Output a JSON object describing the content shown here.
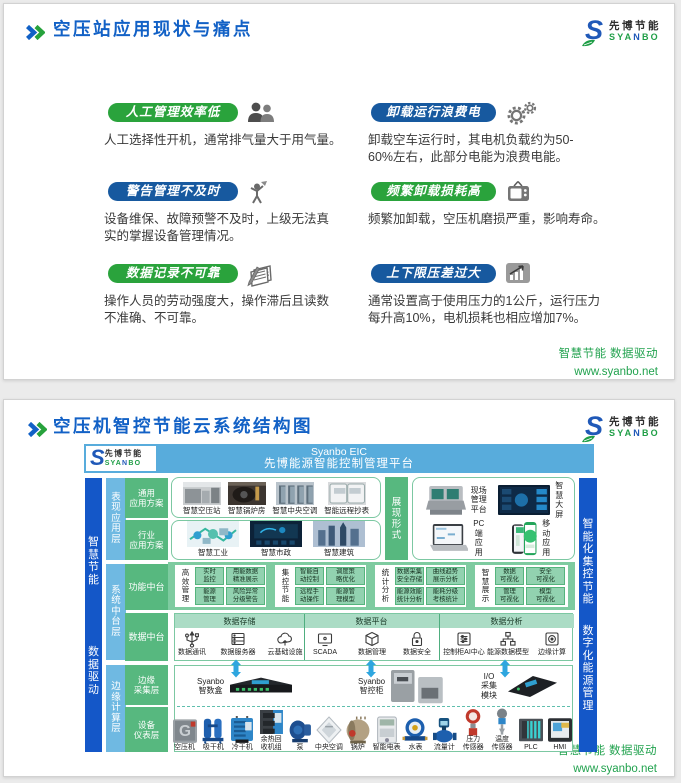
{
  "colors": {
    "brand_blue": "#1261c6",
    "brand_green": "#27a23c",
    "pill_green": "#2aa33c",
    "pill_blue": "#17599f",
    "footer_green": "#21a24e",
    "diagram_header": "#58acdc",
    "diagram_dark_bar": "#1457c8",
    "diagram_light_bar": "#6fb9e2",
    "diagram_label_green": "#57b87f",
    "diagram_strip": "#7ecba0",
    "diagram_box": "#92d2b0",
    "diagram_band": "#abdcc5",
    "diagram_border": "#7cc8a2",
    "diagram_arrow": "#2ea6df"
  },
  "logo": {
    "cn": "先博节能",
    "en": "SYANBO"
  },
  "footer": {
    "slogan": "智慧节能 数据驱动",
    "url": "www.syanbo.net"
  },
  "slide1": {
    "title": "空压站应用现状与痛点",
    "blocks": [
      {
        "pill": "人工管理效率低",
        "color": "green",
        "icon": "people-icon",
        "desc": [
          "人工选择性开机，通常排气量大于用气量。"
        ]
      },
      {
        "pill": "卸载运行浪费电",
        "color": "blue",
        "icon": "gears-icon",
        "desc": [
          "卸载空车运行时，其电机负载约为50-",
          "60%左右，此部分电能为浪费电能。"
        ]
      },
      {
        "pill": "警告管理不及时",
        "color": "blue",
        "icon": "cheer-person-icon",
        "desc": [
          "设备维保、故障预警不及时，上级无法真",
          "实的掌握设备管理情况。"
        ]
      },
      {
        "pill": "频繁卸载损耗高",
        "color": "green",
        "icon": "tv-icon",
        "desc": [
          "频繁加卸载，空压机磨损严重，影响寿命。"
        ]
      },
      {
        "pill": "数据记录不可靠",
        "color": "green",
        "icon": "ledger-icon",
        "desc": [
          "操作人员的劳动强度大，操作滞后且读数",
          "不准确、不可靠。"
        ]
      },
      {
        "pill": "上下限压差过大",
        "color": "blue",
        "icon": "bar-chart-icon",
        "desc": [
          "通常设置高于使用压力的1公斤，运行压力",
          "每升高10%，电机损耗也相应增加7%。"
        ]
      }
    ]
  },
  "slide2": {
    "title": "空压机智控节能云系统结构图",
    "diagram": {
      "header": {
        "title_en": "Syanbo EIC",
        "title_cn": "先博能源智能控制管理平台"
      },
      "left_bar": [
        "智慧节能",
        "数据驱动"
      ],
      "right_bar": [
        "智能化集控节能",
        "数字化能源管理"
      ],
      "layers": [
        "表现应用层",
        "系统中台层",
        "边缘计算层"
      ],
      "row_labels": [
        [
          "通用",
          "应用方案"
        ],
        [
          "行业",
          "应用方案"
        ],
        [
          "功能中台"
        ],
        [
          "数据中台"
        ],
        [
          "边缘",
          "采集层"
        ],
        [
          "设备",
          "仪表层"
        ]
      ],
      "display_form_label": "展现形式",
      "general_schemes": [
        {
          "label": "智慧空压站",
          "art": "compressor-station"
        },
        {
          "label": "智慧锅炉房",
          "art": "boiler-room"
        },
        {
          "label": "智慧中央空调",
          "art": "central-ac"
        },
        {
          "label": "智能远程抄表",
          "art": "remote-meters"
        }
      ],
      "industry_schemes": [
        {
          "label": "智慧工业",
          "art": "industry"
        },
        {
          "label": "智慧市政",
          "art": "municipal"
        },
        {
          "label": "智慧建筑",
          "art": "building"
        }
      ],
      "display_forms": [
        {
          "label": [
            "现场",
            "管理",
            "平台"
          ],
          "art": "console"
        },
        {
          "label": [
            "智",
            "慧",
            "大",
            "屏"
          ],
          "art": "big-screen"
        },
        {
          "label": [
            "PC",
            "端",
            "应",
            "用"
          ],
          "art": "laptop"
        },
        {
          "label": [
            "移",
            "动",
            "应",
            "用"
          ],
          "art": "phones"
        }
      ],
      "function_panels": [
        {
          "label": "高效管理",
          "boxes": [
            [
              "实时",
              "监控"
            ],
            [
              "用能数据",
              "精准展示"
            ],
            [
              "能源",
              "管理"
            ],
            [
              "风险异常",
              "分级警告"
            ]
          ]
        },
        {
          "label": "集控节能",
          "boxes": [
            [
              "智能自",
              "动控制"
            ],
            [
              "调度策",
              "略优化"
            ],
            [
              "远程手",
              "动操作"
            ],
            [
              "能源管",
              "理模型"
            ]
          ]
        },
        {
          "label": "统计分析",
          "boxes": [
            [
              "数据采集",
              "安全存储"
            ],
            [
              "曲线趋势",
              "展示分析"
            ],
            [
              "能源效能",
              "统计分析"
            ],
            [
              "能耗分级",
              "考核统计"
            ]
          ]
        },
        {
          "label": "智慧展示",
          "boxes": [
            [
              "数据",
              "可视化"
            ],
            [
              "安全",
              "可视化"
            ],
            [
              "管理",
              "可视化"
            ],
            [
              "模型",
              "可视化"
            ]
          ]
        }
      ],
      "data_bands": [
        {
          "label": "数据存储",
          "items": [
            {
              "label": "数据通讯",
              "icon": "usb-icon"
            },
            {
              "label": "数据服务器",
              "icon": "server-icon"
            },
            {
              "label": "云基础设施",
              "icon": "cloud-icon"
            }
          ]
        },
        {
          "label": "数据平台",
          "items": [
            {
              "label": "SCADA",
              "icon": "monitor-icon"
            },
            {
              "label": "数据管理",
              "icon": "package-icon"
            },
            {
              "label": "数据安全",
              "icon": "lock-icon"
            }
          ]
        },
        {
          "label": "数据分析",
          "items": [
            {
              "label": "控制柜AI中心",
              "icon": "sliders-icon"
            },
            {
              "label": "能源数据模型",
              "icon": "nodes-icon"
            },
            {
              "label": "边缘计算",
              "icon": "disk-icon"
            }
          ]
        }
      ],
      "edge_items": [
        {
          "label": [
            "Syanbo",
            "智数盒"
          ],
          "art": "gateway"
        },
        {
          "label": [
            "Syanbo",
            "智控柜"
          ],
          "art": "cabinets"
        },
        {
          "label": [
            "I/O",
            "采集",
            "模块"
          ],
          "art": "io-module"
        }
      ],
      "devices": [
        {
          "label": [
            "空压机"
          ],
          "art": "compressor"
        },
        {
          "label": [
            "吸干机"
          ],
          "art": "adsorption-dryer"
        },
        {
          "label": [
            "冷干机"
          ],
          "art": "refrigerated-dryer"
        },
        {
          "label": [
            "余热回",
            "收机组"
          ],
          "art": "heat-recovery"
        },
        {
          "label": [
            "泵"
          ],
          "art": "pump"
        },
        {
          "label": [
            "中央空调"
          ],
          "art": "cassette-ac"
        },
        {
          "label": [
            "锅炉"
          ],
          "art": "boiler"
        },
        {
          "label": [
            "智能电表"
          ],
          "art": "smart-meter"
        },
        {
          "label": [
            "水表"
          ],
          "art": "water-meter"
        },
        {
          "label": [
            "流量计"
          ],
          "art": "flow-meter"
        },
        {
          "label": [
            "压力",
            "传感器"
          ],
          "art": "pressure-sensor"
        },
        {
          "label": [
            "温度",
            "传感器"
          ],
          "art": "temp-sensor"
        },
        {
          "label": [
            "PLC"
          ],
          "art": "plc"
        },
        {
          "label": [
            "HMI"
          ],
          "art": "hmi"
        }
      ]
    }
  }
}
